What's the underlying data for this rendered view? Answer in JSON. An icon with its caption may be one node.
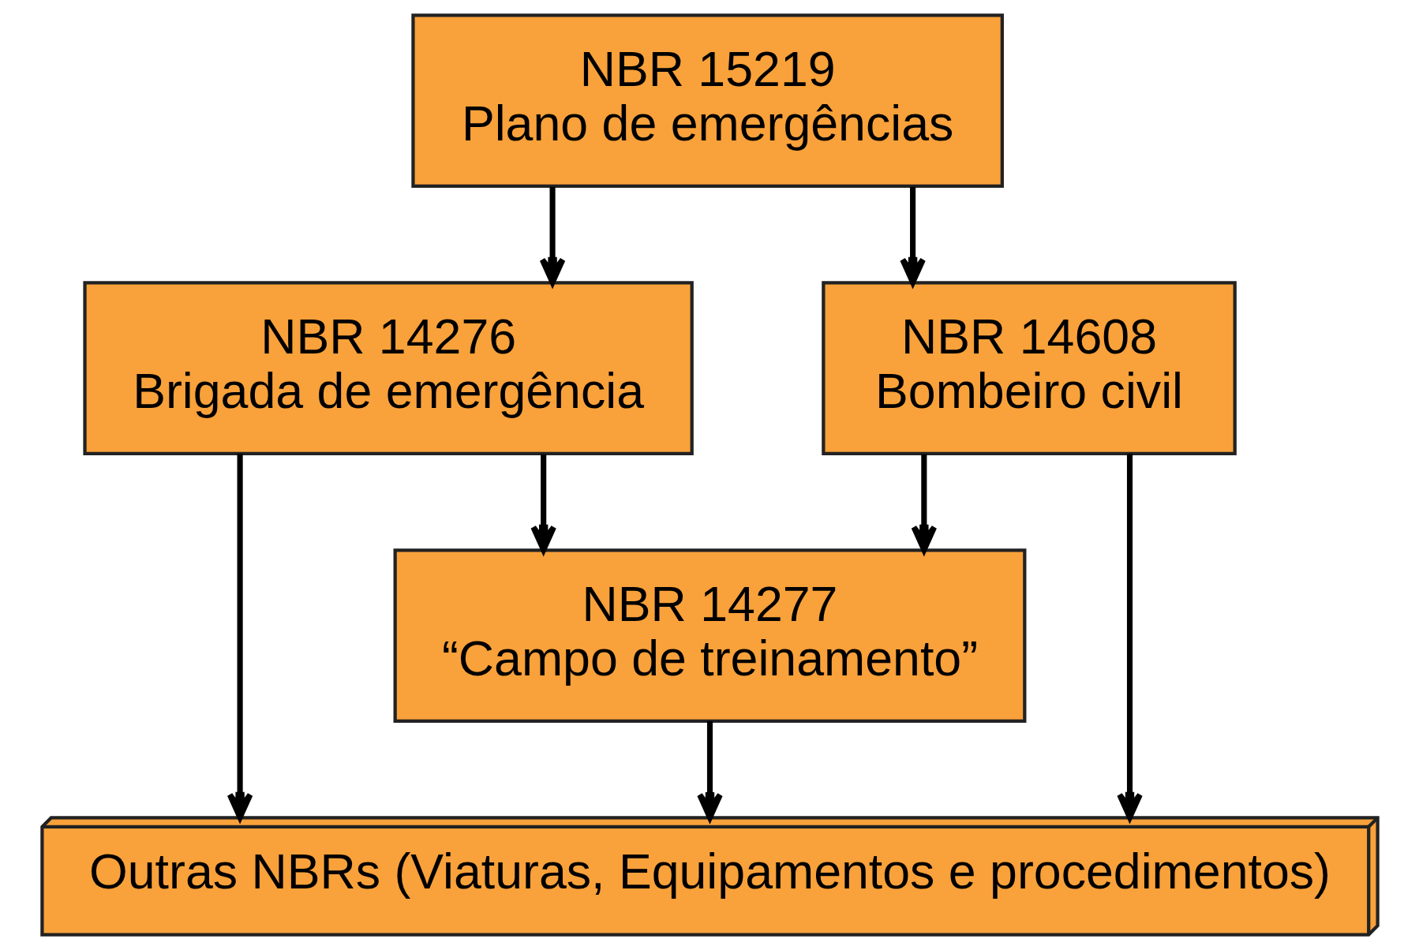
{
  "diagram": {
    "nodes": [
      {
        "text": [
          "NBR 15219",
          "Plano de emergências"
        ]
      },
      {
        "text": [
          "NBR 14276",
          "Brigada de emergência"
        ]
      },
      {
        "text": [
          "NBR 14608",
          "Bombeiro civil"
        ]
      },
      {
        "text": [
          "NBR 14277",
          "“Campo de treinamento”"
        ]
      },
      {
        "text": [
          "Outras NBRs (Viaturas, Equipamentos e procedimentos)"
        ]
      }
    ],
    "edges": [
      {
        "from": 0,
        "to": 1,
        "arrow": "to"
      },
      {
        "from": 0,
        "to": 2,
        "arrow": "to"
      },
      {
        "from": 1,
        "to": 3,
        "arrow": "to"
      },
      {
        "from": 2,
        "to": 3,
        "arrow": "to"
      },
      {
        "from": 3,
        "to": 4,
        "arrow": "to"
      },
      {
        "from": 1,
        "to": 4,
        "arrow": "to"
      },
      {
        "from": 2,
        "to": 4,
        "arrow": "to"
      }
    ]
  }
}
